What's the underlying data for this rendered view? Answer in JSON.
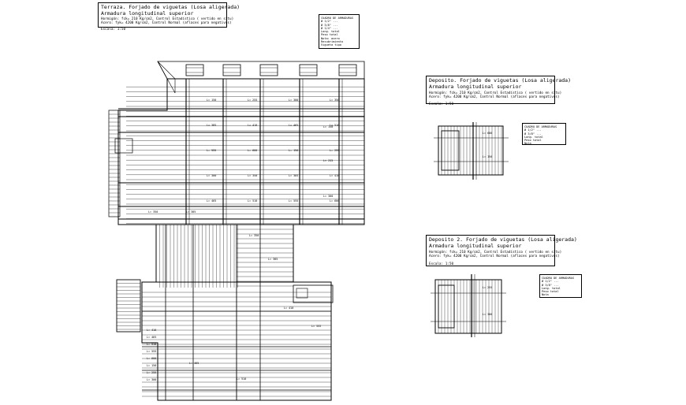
{
  "drawing": {
    "main_title": {
      "line1": "Terraza. Forjado de viguetas (Losa aligerada)",
      "line2": "Armadura longitudinal superior",
      "line3": "Hormigón: fck= 210 Kg/cm2, Control Estadístico ( vertido en situ)",
      "line4": "Acero:     fyk= 4200 Kg/cm2, Control Normal (aflaces para negativos)",
      "line5": "Escala: 1:50"
    },
    "detail_1_title": {
      "line1": "Deposito. Forjado de viguetas (Losa aligerada)",
      "line2": "Armadura longitudinal superior",
      "line3": "Hormigón: fck= 210 Kg/cm2, Control Estadístico ( vertido en situ)",
      "line4": "Acero:     fyk= 4200 Kg/cm2, Control Normal (aflaces para negativos)",
      "line5": "Escala: 1:50"
    },
    "detail_2_title": {
      "line1": "Deposito 2. Forjado de viguetas (Losa aligerada)",
      "line2": "Armadura longitudinal superior",
      "line3": "Hormigón: fck= 210 Kg/cm2, Control Estadístico ( vertido en situ)",
      "line4": "Acero:     fyk= 4200 Kg/cm2, Control Normal (aflaces para negativos)",
      "line5": "Escala: 1:50"
    },
    "legend_top": [
      "CUADRO DE ARMADURAS",
      "Ø 1/2\" ...",
      "Ø 3/8\" ...",
      "Ø 1/4\" ...",
      "Long. total",
      "Peso total",
      "Nota: acero",
      "Recubrimiento",
      "Vigueta tipo"
    ],
    "legend_mid": [
      "CUADRO DE ARMADURAS",
      "Ø 1/2\" ...",
      "Ø 3/8\" ...",
      "Long. total",
      "Peso total",
      "Nota"
    ],
    "legend_low": [
      "CUADRO DE ARMADURAS",
      "Ø 1/2\" ...",
      "Ø 3/8\" ...",
      "Long. total",
      "Peso total",
      "Nota"
    ],
    "bar_labels": [
      "L= 150",
      "L= 255",
      "L= 300",
      "L= 350",
      "L= 385",
      "L= 410",
      "L= 465",
      "L= 510",
      "L= 555",
      "L= 600"
    ],
    "colors": {
      "ink": "#000000",
      "paper": "#ffffff"
    }
  }
}
